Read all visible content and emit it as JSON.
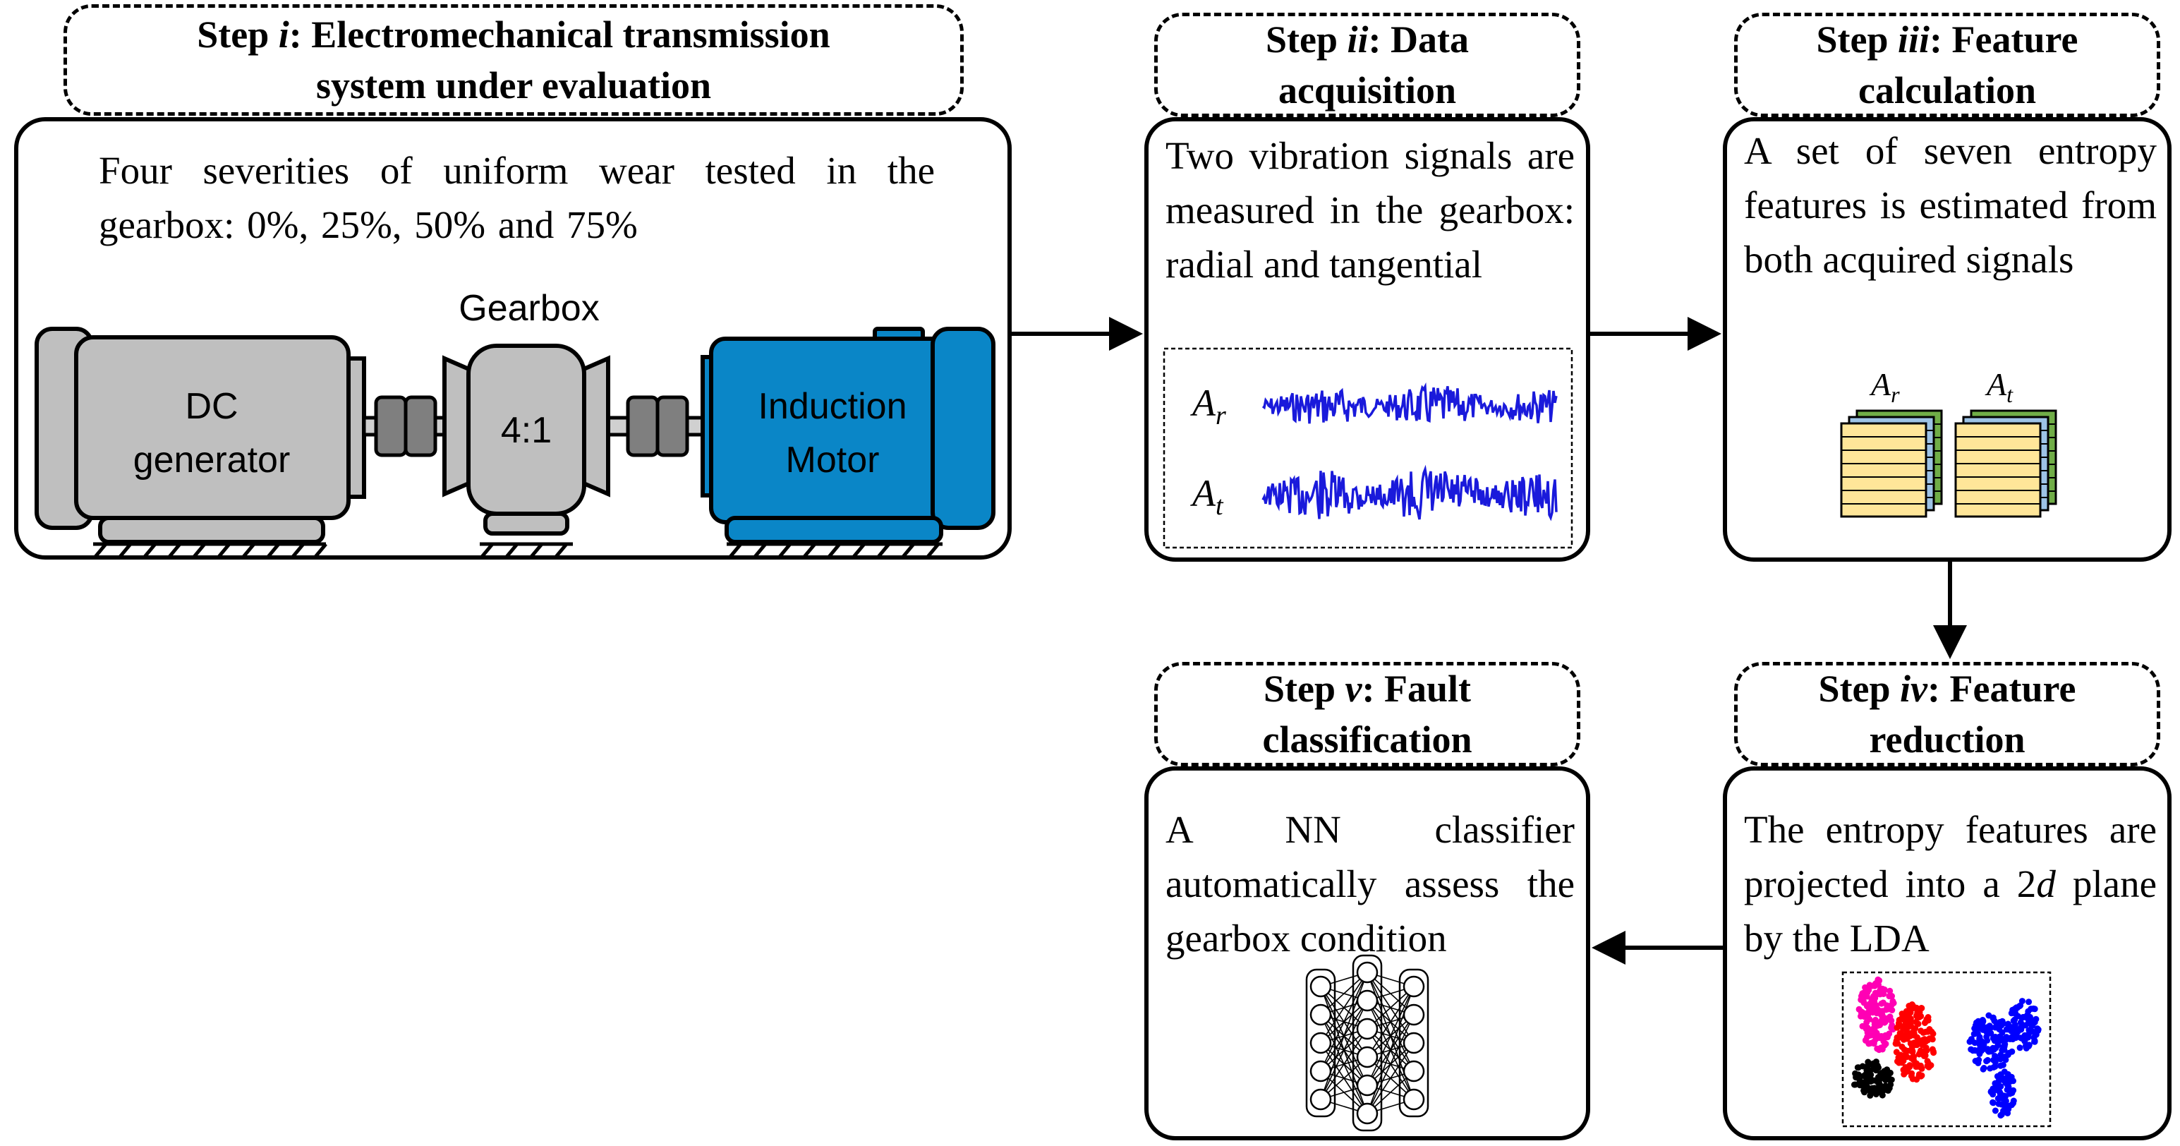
{
  "steps": [
    {
      "id": "i",
      "prefix": "Step ",
      "numeral": "i",
      "title_line1": ": Electromechanical transmission",
      "title_line2": "system under evaluation",
      "body": "Four severities of uniform wear tested in the gearbox: 0%, 25%, 50% and 75%"
    },
    {
      "id": "ii",
      "prefix": "Step ",
      "numeral": "ii",
      "title_line1": ": Data",
      "title_line2": "acquisition",
      "body": "Two vibration signals are measured in the gearbox: radial and tangential"
    },
    {
      "id": "iii",
      "prefix": "Step ",
      "numeral": "iii",
      "title_line1": ": Feature",
      "title_line2": "calculation",
      "body": "A set of seven entropy features is estimated from both acquired signals"
    },
    {
      "id": "iv",
      "prefix": "Step ",
      "numeral": "iv",
      "title_line1": ": Feature",
      "title_line2": "reduction",
      "body_pre": "The entropy features are projected into a 2",
      "body_var": "d",
      "body_post": " plane by the LDA"
    },
    {
      "id": "v",
      "prefix": "Step ",
      "numeral": "v",
      "title_line1": ": Fault",
      "title_line2": "classification",
      "body": "A NN classifier automatically assess the gearbox condition"
    }
  ],
  "machine": {
    "gearbox_label": "Gearbox",
    "ratio_label": "4:1",
    "generator_label_1": "DC",
    "generator_label_2": "generator",
    "motor_label_1": "Induction",
    "motor_label_2": "Motor"
  },
  "signals": {
    "radial": {
      "symbol": "A",
      "sub": "r"
    },
    "tangential": {
      "symbol": "A",
      "sub": "t"
    }
  },
  "colors": {
    "motor": "#0a86c7",
    "machine_gray": "#bfbfbf",
    "coupling": "#7f7f7f",
    "signal": "#1a1adb",
    "table_cells": "#ffe699",
    "table_blue": "#9dc3e6",
    "table_green": "#70ad47",
    "cluster_magenta": "#ff00b4",
    "cluster_red": "#ff0000",
    "cluster_black": "#000000",
    "cluster_blue": "#0000ff"
  }
}
